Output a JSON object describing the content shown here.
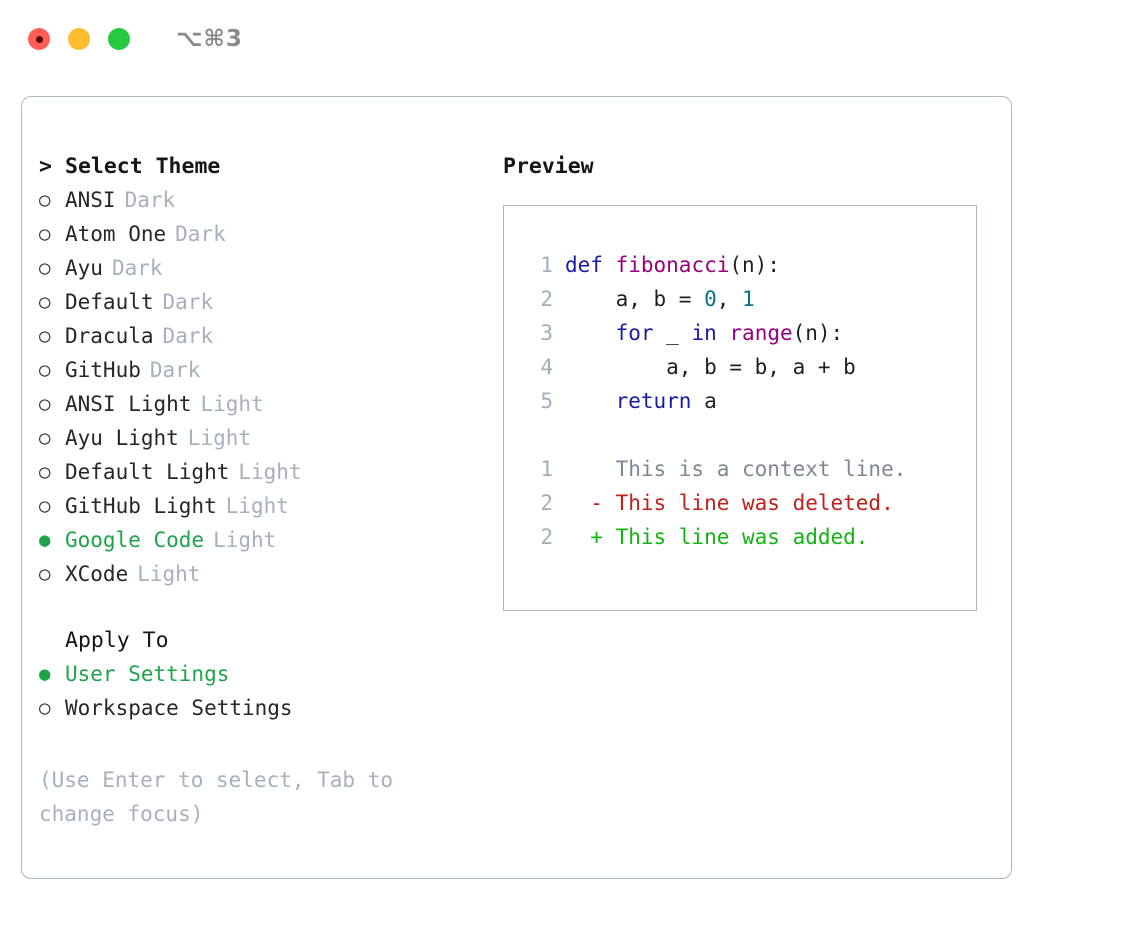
{
  "titlebar": {
    "shortcut": "⌥⌘3",
    "buttons": [
      "close",
      "minimize",
      "maximize"
    ]
  },
  "theme_section": {
    "marker": ">",
    "title": "Select Theme",
    "focused": true,
    "items": [
      {
        "bullet": "○",
        "name": "ANSI",
        "tag": "Dark",
        "selected": false
      },
      {
        "bullet": "○",
        "name": "Atom One",
        "tag": "Dark",
        "selected": false
      },
      {
        "bullet": "○",
        "name": "Ayu",
        "tag": "Dark",
        "selected": false
      },
      {
        "bullet": "○",
        "name": "Default",
        "tag": "Dark",
        "selected": false
      },
      {
        "bullet": "○",
        "name": "Dracula",
        "tag": "Dark",
        "selected": false
      },
      {
        "bullet": "○",
        "name": "GitHub",
        "tag": "Dark",
        "selected": false
      },
      {
        "bullet": "○",
        "name": "ANSI Light",
        "tag": "Light",
        "selected": false
      },
      {
        "bullet": "○",
        "name": "Ayu Light",
        "tag": "Light",
        "selected": false
      },
      {
        "bullet": "○",
        "name": "Default Light",
        "tag": "Light",
        "selected": false
      },
      {
        "bullet": "○",
        "name": "GitHub Light",
        "tag": "Light",
        "selected": false
      },
      {
        "bullet": "●",
        "name": "Google Code",
        "tag": "Light",
        "selected": true
      },
      {
        "bullet": "○",
        "name": "XCode",
        "tag": "Light",
        "selected": false
      }
    ]
  },
  "apply_section": {
    "marker": "",
    "title": "Apply To",
    "focused": false,
    "items": [
      {
        "bullet": "●",
        "name": "User Settings",
        "tag": "",
        "selected": true
      },
      {
        "bullet": "○",
        "name": "Workspace Settings",
        "tag": "",
        "selected": false
      }
    ]
  },
  "hint": "(Use Enter to select, Tab to change focus)",
  "preview": {
    "title": "Preview",
    "code_lines": [
      {
        "num": "1",
        "tokens": [
          {
            "t": "def",
            "c": "kw"
          },
          {
            "t": " ",
            "c": "plain"
          },
          {
            "t": "fibonacci",
            "c": "fn"
          },
          {
            "t": "(n):",
            "c": "plain"
          }
        ]
      },
      {
        "num": "2",
        "tokens": [
          {
            "t": "    a, b = ",
            "c": "plain"
          },
          {
            "t": "0",
            "c": "num"
          },
          {
            "t": ", ",
            "c": "plain"
          },
          {
            "t": "1",
            "c": "num"
          }
        ]
      },
      {
        "num": "3",
        "tokens": [
          {
            "t": "    ",
            "c": "plain"
          },
          {
            "t": "for",
            "c": "kw"
          },
          {
            "t": " _ ",
            "c": "plain"
          },
          {
            "t": "in",
            "c": "kw"
          },
          {
            "t": " ",
            "c": "plain"
          },
          {
            "t": "range",
            "c": "fn"
          },
          {
            "t": "(n):",
            "c": "plain"
          }
        ]
      },
      {
        "num": "4",
        "tokens": [
          {
            "t": "        a, b = b, a + b",
            "c": "plain"
          }
        ]
      },
      {
        "num": "5",
        "tokens": [
          {
            "t": "    ",
            "c": "plain"
          },
          {
            "t": "return",
            "c": "kw"
          },
          {
            "t": " a",
            "c": "plain"
          }
        ]
      }
    ],
    "diff_lines": [
      {
        "num": "1",
        "sign": " ",
        "text": "This is a context line.",
        "kind": "ctx"
      },
      {
        "num": "2",
        "sign": "-",
        "text": "This line was deleted.",
        "kind": "del"
      },
      {
        "num": "2",
        "sign": "+",
        "text": "This line was added.",
        "kind": "add"
      }
    ]
  },
  "colors": {
    "accent_green": "#1fa34a",
    "muted": "#a8b0bd",
    "border": "#aeb6c2",
    "keyword": "#1a1aa8",
    "function": "#99007f",
    "number": "#0b7285",
    "diff_add": "#12b412",
    "diff_del": "#c0201a",
    "traffic_red": "#ff5f57",
    "traffic_yellow": "#ffbd2e",
    "traffic_green": "#28c840"
  }
}
